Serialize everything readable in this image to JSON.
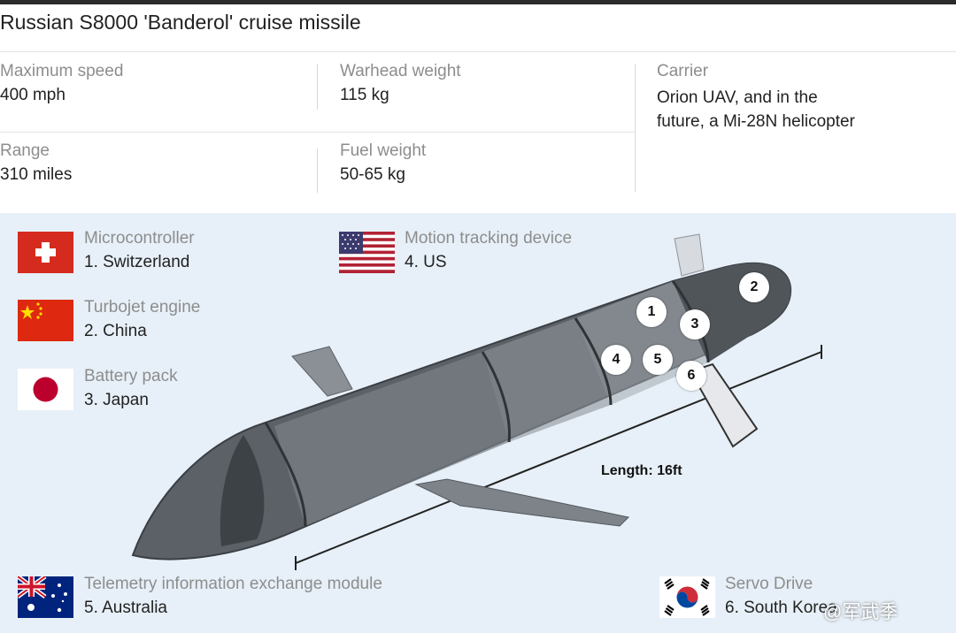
{
  "title": "Russian S8000 'Banderol' cruise missile",
  "specs": {
    "max_speed": {
      "label": "Maximum speed",
      "value": "400 mph"
    },
    "warhead_weight": {
      "label": "Warhead weight",
      "value": "115 kg"
    },
    "carrier": {
      "label": "Carrier",
      "value": "Orion UAV, and in the future, a Mi-28N helicopter"
    },
    "range": {
      "label": "Range",
      "value": "310 miles"
    },
    "fuel_weight": {
      "label": "Fuel weight",
      "value": "50-65 kg"
    }
  },
  "components": [
    {
      "label": "Microcontroller",
      "country": "1. Switzerland",
      "flag": "switzerland-flag"
    },
    {
      "label": "Turbojet engine",
      "country": "2. China",
      "flag": "china-flag"
    },
    {
      "label": "Battery pack",
      "country": "3. Japan",
      "flag": "japan-flag"
    },
    {
      "label": "Motion tracking device",
      "country": "4. US",
      "flag": "us-flag"
    },
    {
      "label": "Telemetry information exchange module",
      "country": "5. Australia",
      "flag": "australia-flag"
    },
    {
      "label": "Servo Drive",
      "country": "6. South Korea",
      "flag": "south-korea-flag"
    }
  ],
  "markers": [
    "1",
    "2",
    "3",
    "4",
    "5",
    "6"
  ],
  "length_label": "Length: 16ft",
  "watermark": "@军武季",
  "colors": {
    "diagram_background": "#e7f0f8",
    "label_gray": "#8d8d8d",
    "text_dark": "#222222"
  }
}
